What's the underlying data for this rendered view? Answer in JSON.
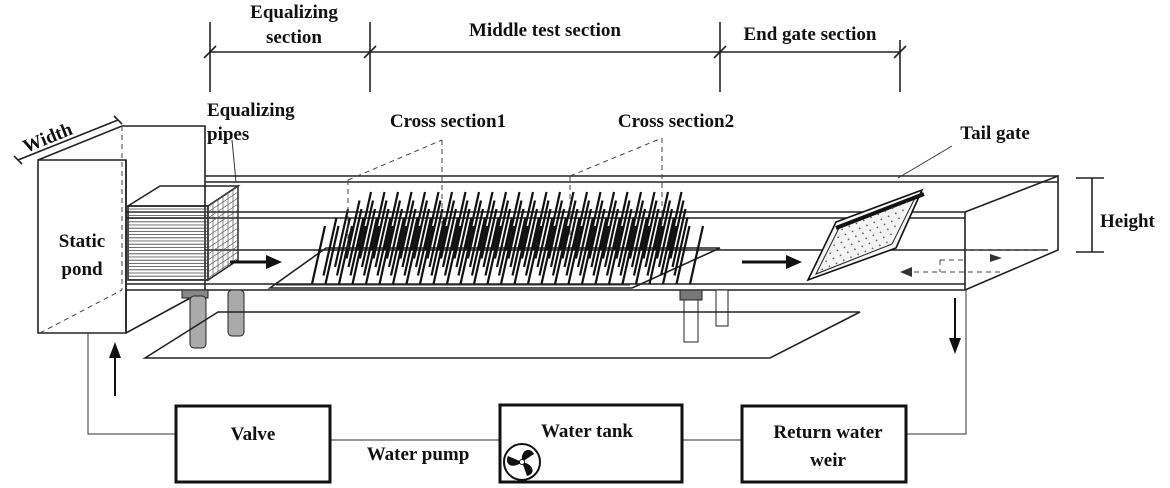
{
  "labels": {
    "equalizing_section": [
      "Equalizing",
      "section"
    ],
    "middle_test_section": "Middle test section",
    "end_gate_section": "End gate section",
    "width": "Width",
    "equalizing_pipes": [
      "Equalizing",
      "pipes"
    ],
    "cross_section_1": "Cross section1",
    "cross_section_2": "Cross section2",
    "tail_gate": "Tail gate",
    "height": "Height",
    "static_pond": [
      "Static",
      "pond"
    ],
    "valve": "Valve",
    "water_pump": "Water pump",
    "water_tank": "Water tank",
    "return_water_weir": [
      "Return water",
      "weir"
    ]
  },
  "icons": {
    "pump": "fan-icon",
    "flow": "arrow-icon"
  },
  "colors": {
    "ink": "#111111",
    "background": "#ffffff"
  }
}
